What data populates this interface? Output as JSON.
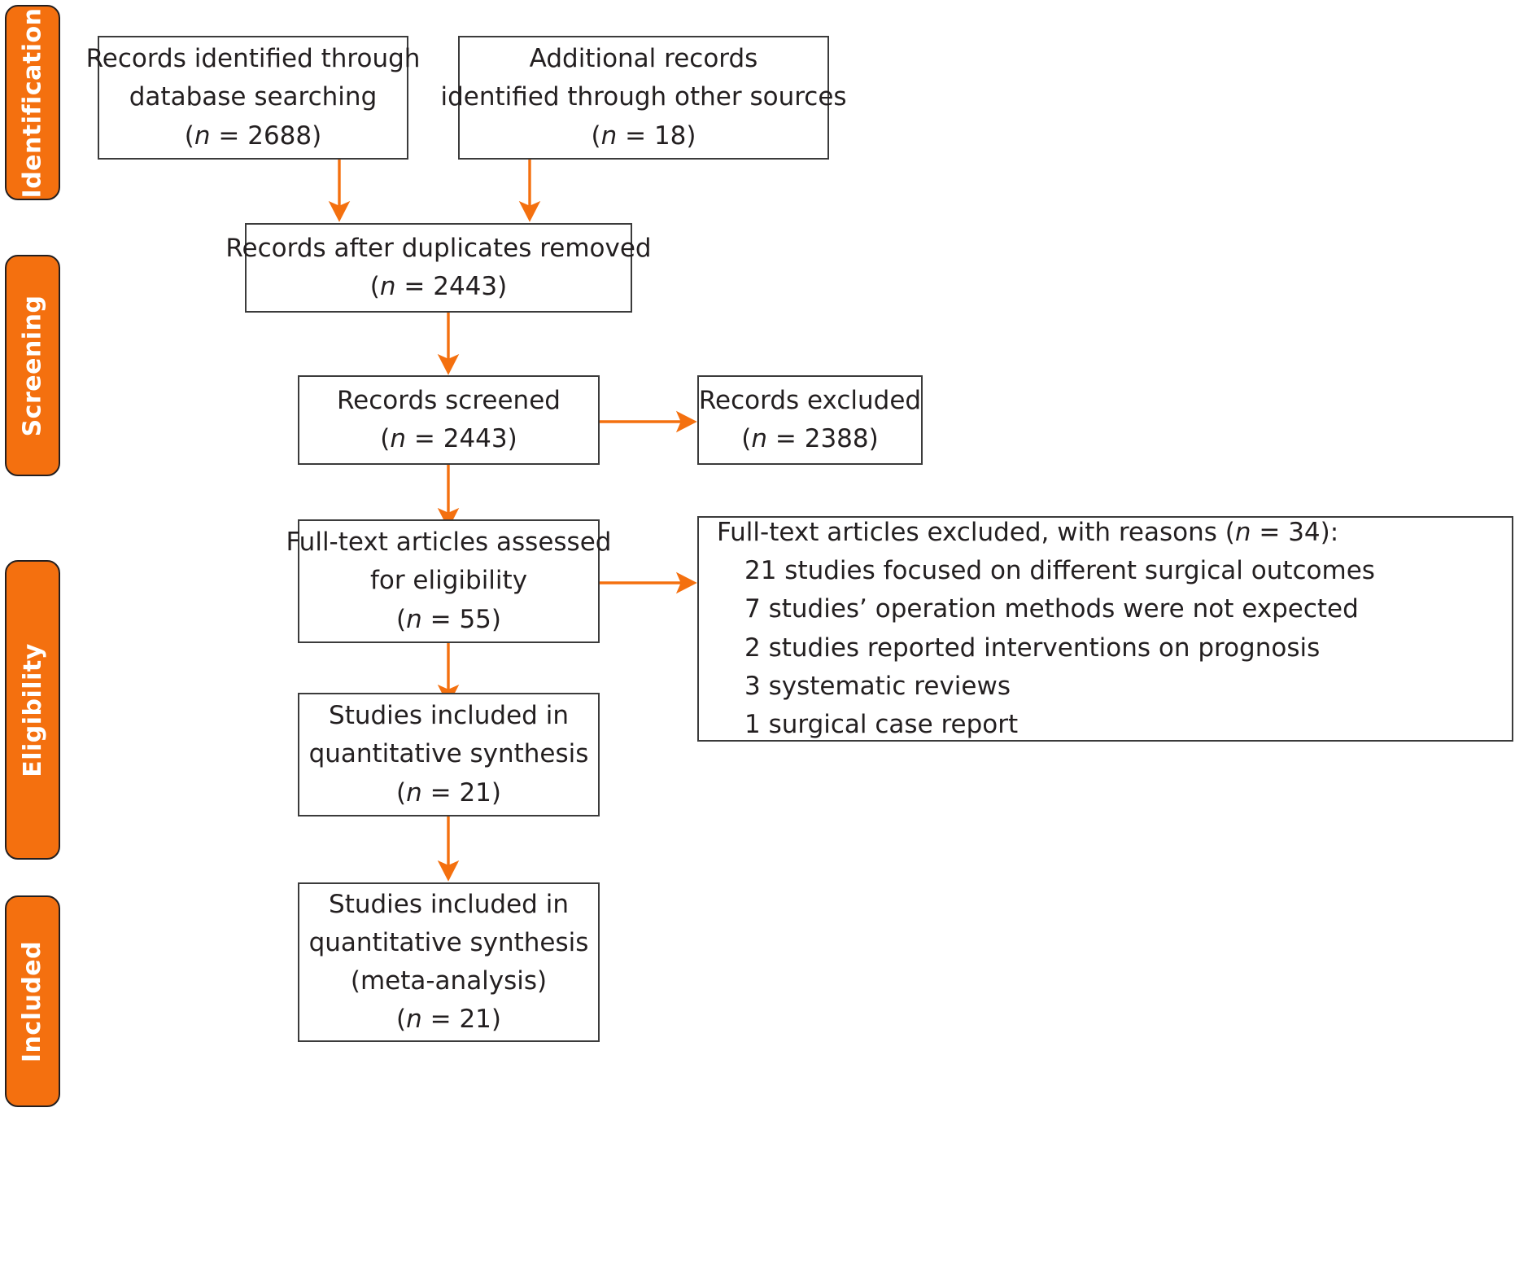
{
  "diagram": {
    "title": "PRISMA flow diagram",
    "accent_color": "#F4700F",
    "box_border_color": "#3b3b3b",
    "text_color": "#231f20"
  },
  "stages": [
    {
      "id": "identification",
      "label": "Identification"
    },
    {
      "id": "screening",
      "label": "Screening"
    },
    {
      "id": "eligibility",
      "label": "Eligibility"
    },
    {
      "id": "included",
      "label": "Included"
    }
  ],
  "boxes": {
    "records_db": {
      "line1": "Records identified through",
      "line2": "database searching",
      "count_open": "(",
      "count_n": "n",
      "count_rest": " = 2688)"
    },
    "records_other": {
      "line1": "Additional records",
      "line2": "identified through other sources",
      "count_open": "(",
      "count_n": "n",
      "count_rest": " = 18)"
    },
    "duplicates_removed": {
      "line1": "Records after duplicates removed",
      "count_open": "(",
      "count_n": "n",
      "count_rest": " = 2443)"
    },
    "records_screened": {
      "line1": "Records screened",
      "count_open": "(",
      "count_n": "n",
      "count_rest": " = 2443)"
    },
    "records_excluded": {
      "line1": "Records excluded",
      "count_open": "(",
      "count_n": "n",
      "count_rest": " = 2388)"
    },
    "fulltext_assessed": {
      "line1": "Full-text articles assessed",
      "line2": "for eligibility",
      "count_open": "(",
      "count_n": "n",
      "count_rest": " = 55)"
    },
    "fulltext_excluded": {
      "heading_pre": "Full-text articles excluded, with reasons (",
      "heading_n": "n",
      "heading_post": " = 34):",
      "reasons": [
        "21 studies focused on different surgical outcomes",
        "7 studies’ operation methods were not expected",
        "2 studies reported interventions on prognosis",
        "3 systematic reviews",
        "1 surgical case report"
      ]
    },
    "quantitative_synthesis": {
      "line1": "Studies included in",
      "line2": "quantitative synthesis",
      "count_open": "(",
      "count_n": "n",
      "count_rest": " = 21)"
    },
    "meta_analysis": {
      "line1": "Studies included in",
      "line2": "quantitative synthesis",
      "line3": "(meta-analysis)",
      "count_open": "(",
      "count_n": "n",
      "count_rest": " = 21)"
    }
  }
}
